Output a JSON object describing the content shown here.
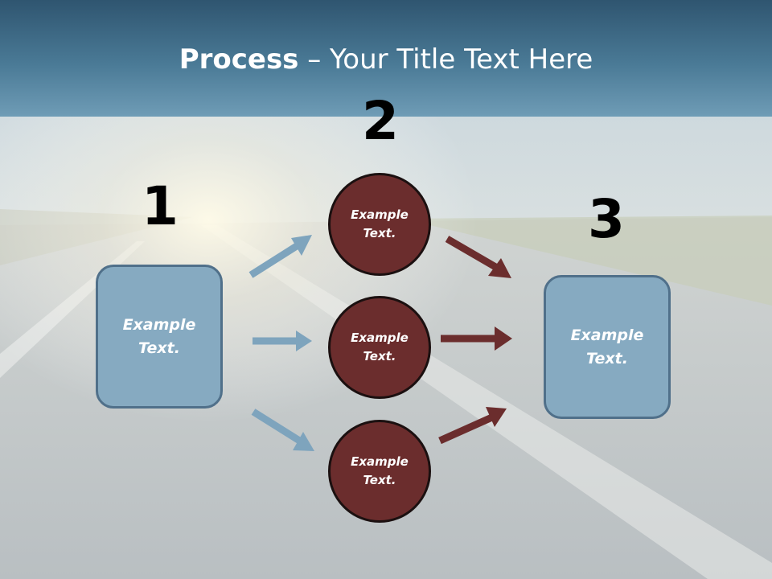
{
  "title": {
    "bold": "Process",
    "rest": " – Your Title Text Here"
  },
  "steps": [
    {
      "number": "1",
      "box_text": "Example\nText."
    },
    {
      "number": "2",
      "circles": [
        "Example\nText.",
        "Example\nText.",
        "Example\nText."
      ]
    },
    {
      "number": "3",
      "box_text": "Example\nText."
    }
  ],
  "colors": {
    "title_bar": "#3e6a86",
    "box_fill": "#86aac1",
    "circle_fill": "#6b2d2d",
    "arrow_blue": "#7ea4bd",
    "arrow_maroon": "#6b2d2d"
  }
}
